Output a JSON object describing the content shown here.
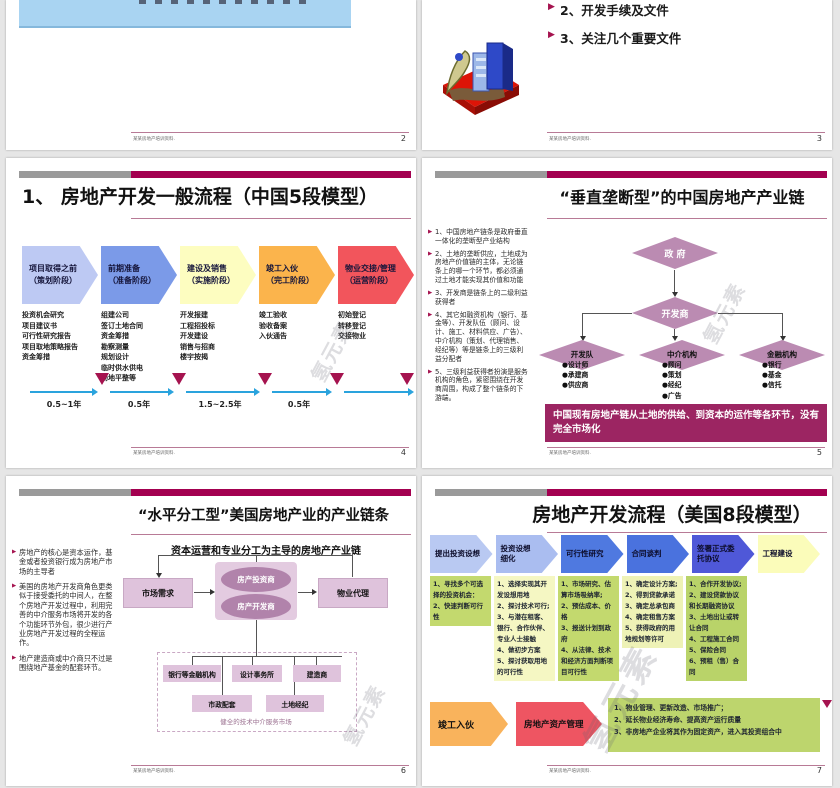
{
  "icons": {
    "bullet_triangle": "▶",
    "down_triangle": "▼",
    "dot": "●"
  },
  "colors": {
    "accent_bar": "#a30050",
    "bar_gray": "#9a9a9a",
    "banner": "#9c2562",
    "diamond_mauve": "#bb8bb2",
    "box_mauve": "#dfc3dc",
    "timeline_cyan": "#2aa3dd",
    "marker_maroon": "#a5134f",
    "green_box": "#c3d96e",
    "pale_box": "#f5f7c3",
    "orange_stage": "#f9b35c",
    "red_stage": "#ee5562",
    "header_blue": "#a9d4f2"
  },
  "watermark_text": "氢元素",
  "footer_text": "某某房地产培训资料.",
  "s2": {
    "page": "2"
  },
  "s3": {
    "page": "3",
    "bullets": [
      "2、开发手续及文件",
      "3、关注几个重要文件"
    ]
  },
  "s4": {
    "page": "4",
    "title": "1、 房地产开发一般流程（中国5段模型）",
    "stages": [
      {
        "name": "项目取得之前",
        "phase": "（策划阶段）",
        "color": "#bdc9f3",
        "items": [
          "投资机会研究",
          "项目建议书",
          "可行性研究报告",
          "项目取地策略报告",
          "资金筹措"
        ]
      },
      {
        "name": "前期准备",
        "phase": "（准备阶段）",
        "color": "#7b9ae8",
        "items": [
          "组建公司",
          "签订土地合同",
          "资金筹措",
          "勘察测量",
          "规划设计",
          "临时供水供电",
          "场地平整等"
        ]
      },
      {
        "name": "建设及销售",
        "phase": "（实施阶段）",
        "color": "#fdfdc0",
        "items": [
          "开发报建",
          "工程招投标",
          "开发建设",
          "销售与招商",
          "楼宇按揭"
        ]
      },
      {
        "name": "竣工入伙",
        "phase": "（完工阶段）",
        "color": "#fbb44c",
        "items": [
          "竣工验收",
          "验收备案",
          "入伙通告"
        ]
      },
      {
        "name": "物业交接/管理",
        "phase": "（运营阶段）",
        "color": "#f2555c",
        "items": [
          "初始登记",
          "转移登记",
          "交接物业"
        ]
      }
    ],
    "durations": [
      "0.5~1年",
      "0.5年",
      "1.5~2.5年",
      "0.5年"
    ]
  },
  "s5": {
    "page": "5",
    "title": "“垂直垄断型”的中国房地产产业链",
    "bullets": [
      "1、中国房地产链条是政府垂直一体化的垄断型产业结构",
      "2、土地的垄断供应，土地成为房地产价值链的主体，无论链条上的哪一个环节，都必须通过土地才能实现其价值和功能",
      "3、开发商是链条上的二级利益获得者",
      "4、其它如融资机构（银行、基金等）、开发队伍（顾问、设计、施工、材料供应、广告）、中介机构（策划、代理销售、经纪等）等是链条上的三级利益分配者",
      "5、三级利益获得者扮演是服务机构的角色，紧密围绕在开发商周围，构成了整个链条的下游端。"
    ],
    "gov": "政 府",
    "dev": "开发商",
    "subs": [
      {
        "label": "开发队",
        "items": [
          "●设计师",
          "●承建商",
          "●供应商"
        ]
      },
      {
        "label": "中介机构",
        "items": [
          "●顾问",
          "●策划",
          "●经纪",
          "●广告"
        ]
      },
      {
        "label": "金融机构",
        "items": [
          "●银行",
          "●基金",
          "●信托"
        ]
      }
    ],
    "banner": "中国现有房地产链从土地的供给、到资本的运作等各环节，没有完全市场化"
  },
  "s6": {
    "page": "6",
    "title": "“水平分工型”美国房地产业的产业链条",
    "subtitle": "资本运营和专业分工为主导的房地产产业链",
    "bullets": [
      "房地产的核心是资本运作，基金或者投资银行成为房地产市场的主导者",
      "美国的房地产开发商角色更类似于接受委托的中间人，在整个房地产开发过程中，利用完善的中介服务市场将开发的各个功能环节外包，很少进行产业房地产开发过程的全程运作。",
      "地产建造商或中介商只不过是围绕地产基金的配套环节。"
    ],
    "left_box": "市场需求",
    "center_top": "房产投资商",
    "center_bottom": "房产开发商",
    "right_box": "物业代理",
    "service_row1": [
      "银行等金融机构",
      "设计事务所",
      "建造商"
    ],
    "service_row2": [
      "市政配套",
      "土地经纪"
    ],
    "caption": "健全的技术中介服务市场"
  },
  "s7": {
    "page": "7",
    "title": "房地产开发流程（美国8段模型）",
    "stages": [
      {
        "label": "提出投资设想",
        "color": "#b9c9f2"
      },
      {
        "label": "投资设想\n细化",
        "color": "#aabdf0"
      },
      {
        "label": "可行性研究",
        "color": "#4f79e0"
      },
      {
        "label": "合同谈判",
        "color": "#4a72de"
      },
      {
        "label": "签署正式委\n托协议",
        "color": "#4f58d8"
      },
      {
        "label": "工程建设",
        "color": "#fbfcba"
      }
    ],
    "details": [
      {
        "color": "#c3d96e",
        "items": [
          "1、寻找多个可选择的投资机会：",
          "2、快速判断可行性"
        ]
      },
      {
        "color": "#f5f7c3",
        "items": [
          "1、选择实现其开发设想用地",
          "2、探讨技术可行;",
          "3、与潜在租客、银行、合作伙伴、专业人士接触",
          "4、做初步方案",
          "5、探讨获取用地的可行性"
        ]
      },
      {
        "color": "#c3d96e",
        "items": [
          "1、市场研究、估算市场吸纳率;",
          "2、预估成本、价格",
          "3、报送计划到政府",
          "4、从法律、技术和经济方面判断项目可行性"
        ]
      },
      {
        "color": "#eef2b6",
        "items": [
          "1、确定设计方案;",
          "2、得到贷款承诺",
          "3、确定总承包商",
          "4、确定租售方案",
          "5、获得政府的用地规划等许可"
        ]
      },
      {
        "color": "#b9d369",
        "items": [
          "1、合作开发协议;",
          "2、建设贷款协议和长期融资协议",
          "3、土地出让或转让合同",
          "4、工程施工合同",
          "5、保险合同",
          "6、预租（售）合同"
        ]
      }
    ],
    "final_stage1": "竣工入伙",
    "final_stage2": "房地产资产管理",
    "final_items": [
      "1、物业管理、更新改造、市场推广；",
      "2、延长物业经济寿命、提高资产运行质量",
      "3、非房地产企业将其作为固定资产，进入其投资组合中"
    ]
  }
}
